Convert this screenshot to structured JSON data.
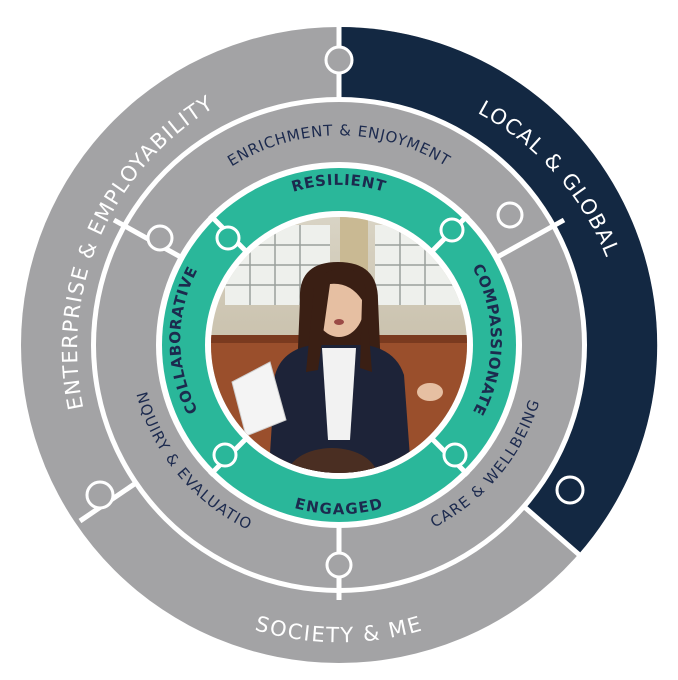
{
  "colors": {
    "grey": "#a3a3a5",
    "navy": "#132842",
    "teal": "#2ab79a",
    "white": "#ffffff",
    "navy_text": "#1c2a4e"
  },
  "outer_ring": {
    "enterprise": "ENTERPRISE & EMPLOYABILITY",
    "local_global": "LOCAL & GLOBAL",
    "society": "SOCIETY & ME"
  },
  "middle_ring": {
    "enrichment": "ENRICHMENT & ENJOYMENT",
    "enquiry": "ENQUIRY & EVALUATION",
    "care": "CARE & WELLBEING"
  },
  "inner_ring": {
    "resilient": "RESILIENT",
    "compassionate": "COMPASSIONATE",
    "engaged": "ENGAGED",
    "collaborative": "COLLABORATIVE"
  },
  "center_photo": {
    "icon": "student-speaking-photo"
  }
}
